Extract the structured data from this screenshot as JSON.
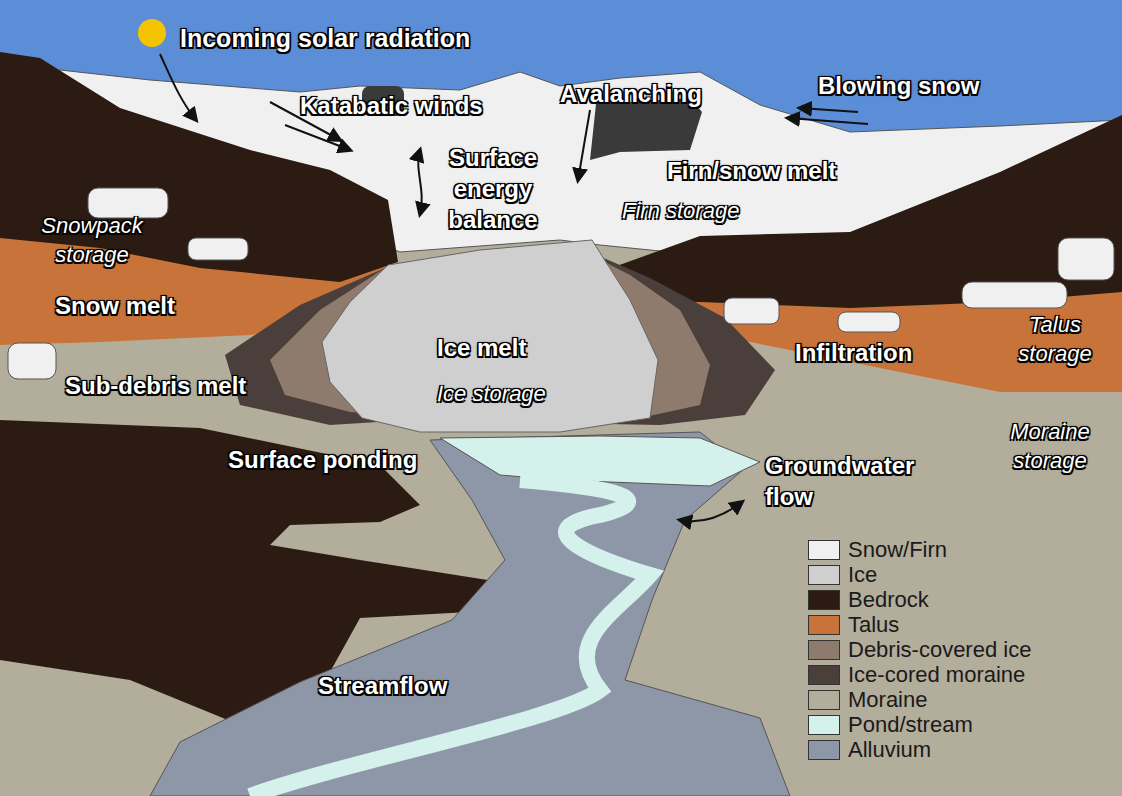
{
  "diagram": {
    "labels": [
      "Incoming solar radiation",
      "Katabatic winds",
      "Avalanching",
      "Blowing snow",
      "Surface energy balance",
      "Firn/snow melt",
      "Firn storage",
      "Snowpack storage",
      "Snow melt",
      "Ice melt",
      "Ice storage",
      "Sub-debris melt",
      "Infiltration",
      "Talus storage",
      "Moraine storage",
      "Surface ponding",
      "Groundwater flow",
      "Streamflow"
    ],
    "legend": [
      {
        "text": "Snow/Firn",
        "color": "#f0f0f0"
      },
      {
        "text": "Ice",
        "color": "#cfcfcf"
      },
      {
        "text": "Bedrock",
        "color": "#2b1b12"
      },
      {
        "text": "Talus",
        "color": "#c8733a"
      },
      {
        "text": "Debris-covered ice",
        "color": "#8f7b6e"
      },
      {
        "text": "Ice-cored moraine",
        "color": "#4a3f3a"
      },
      {
        "text": "Moraine",
        "color": "#b3ad9c"
      },
      {
        "text": "Pond/stream",
        "color": "#d4f1ec"
      },
      {
        "text": "Alluvium",
        "color": "#8e97a8"
      }
    ]
  }
}
